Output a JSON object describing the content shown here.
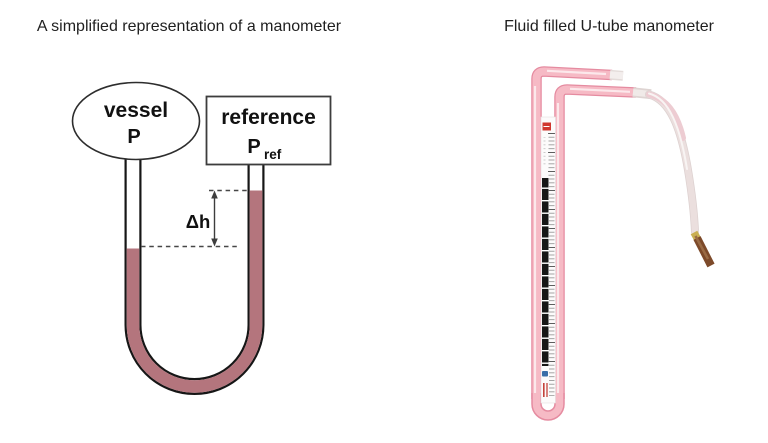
{
  "figure": {
    "left": {
      "title": "A simplified representation of a manometer",
      "vessel_line1": "vessel",
      "vessel_line2": "P",
      "reference_line1": "reference",
      "reference_p": "P",
      "reference_sub": "ref",
      "delta_h": "Δh",
      "colors": {
        "fluid": "#b4757d",
        "tube_wall": "#161616",
        "annotation": "#3d3d3d"
      }
    },
    "right": {
      "title": "Fluid filled U-tube manometer",
      "photo_alt": "Pink fluid-filled U-tube manometer with printed scale, clear hose and brass tip",
      "colors": {
        "tube_pink": "#f6bac5",
        "tube_edge": "#e58ba0",
        "scale_marks": "#171717",
        "label_red": "#d0372f",
        "logo_blue": "#3a6ea8",
        "tip_brown": "#7d4a2a",
        "band_yellow": "#c9af52"
      }
    }
  }
}
